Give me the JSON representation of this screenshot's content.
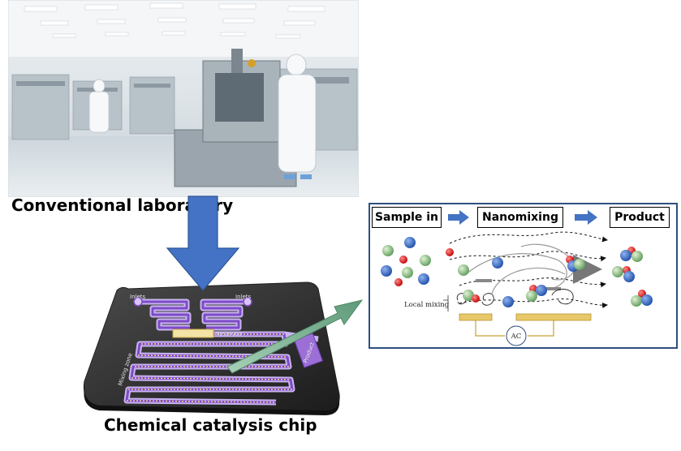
{
  "labels": {
    "conventional": "Conventional laboratory",
    "chip": "Chemical catalysis chip"
  },
  "chip": {
    "inlets_left": "Inlets",
    "inlets_right": "Inlets",
    "reservoir": "Reservoir",
    "mixing_zone": "Mixing zone",
    "product": "Product"
  },
  "panel": {
    "step_1": "Sample in",
    "step_2": "Nanomixing",
    "step_3": "Product",
    "local_mixing": "Local mixing",
    "ac": "AC"
  },
  "colors": {
    "arrow_blue": "#4472c4",
    "arrow_teal": "#6fa587",
    "panel_border": "#2f4f7f",
    "electrode": "#e8c86a",
    "molecule_blue": "#2e5fb8",
    "molecule_green": "#7fb87a",
    "molecule_red": "#d21e1e",
    "chip_trace": "#9b6fd6"
  }
}
